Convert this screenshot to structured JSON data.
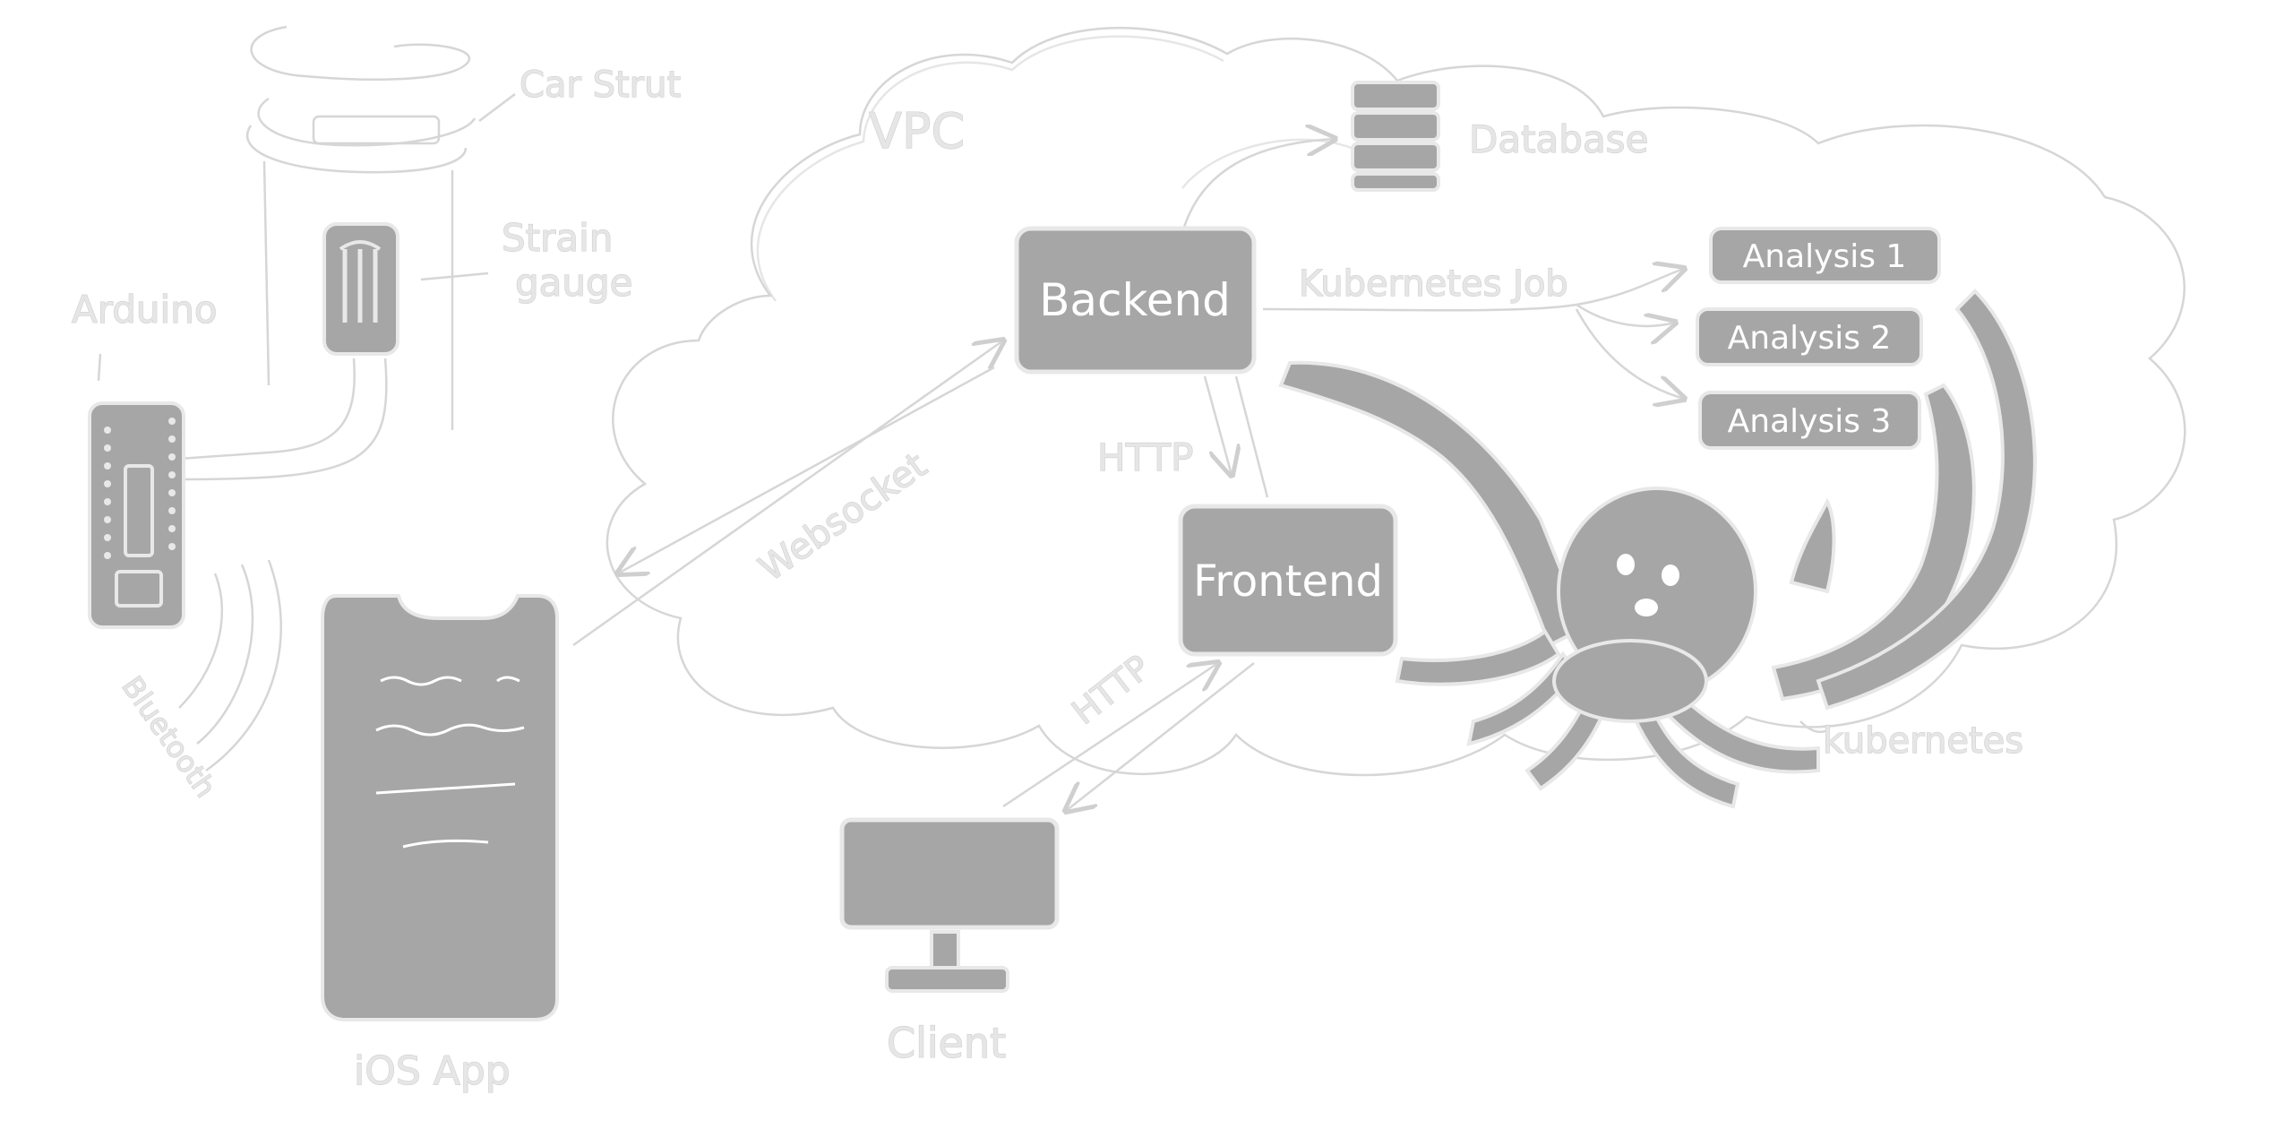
{
  "labels": {
    "car_strut": "Car Strut",
    "strain_gauge_line1": "Strain",
    "strain_gauge_line2": "gauge",
    "arduino": "Arduino",
    "bluetooth": "Bluetooth",
    "ios_app": "iOS App",
    "vpc": "VPC",
    "database": "Database",
    "backend": "Backend",
    "kubernetes_job": "Kubernetes Job",
    "http_backend_frontend": "HTTP",
    "websocket": "Websocket",
    "frontend": "Frontend",
    "http_client_frontend": "HTTP",
    "client": "Client",
    "analysis_1": "Analysis 1",
    "analysis_2": "Analysis 2",
    "analysis_3": "Analysis 3",
    "kubernetes": "kubernetes"
  },
  "colors": {
    "fill": "#a6a6a6",
    "outline": "#e8e8e8",
    "sketch": "#d2d2d2",
    "text_on_fill": "#ffffff"
  }
}
